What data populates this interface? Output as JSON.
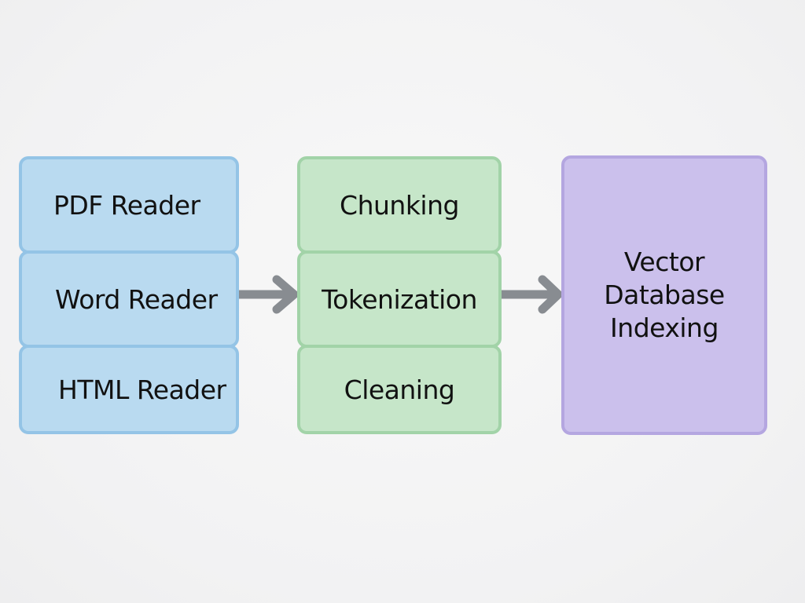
{
  "readers": [
    {
      "label": "PDF Reader"
    },
    {
      "label": "Word Reader"
    },
    {
      "label": "HTML Reader"
    }
  ],
  "processing": [
    {
      "label": "Chunking"
    },
    {
      "label": "Tokenization"
    },
    {
      "label": "Cleaning"
    }
  ],
  "output": {
    "label": "Vector\nDatabase\nIndexing"
  },
  "colors": {
    "reader_fill": "#b9daf0",
    "processing_fill": "#c6e6c9",
    "output_fill": "#cbc0ec",
    "arrow": "#888c91"
  }
}
